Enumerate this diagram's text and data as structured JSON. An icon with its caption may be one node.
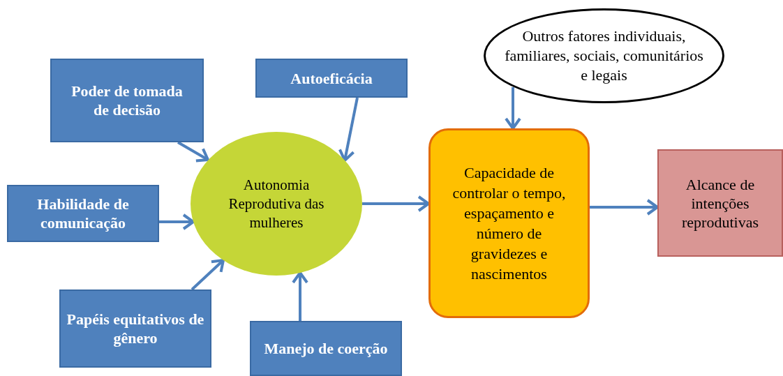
{
  "diagram": {
    "nodes": [
      {
        "text": [
          "Poder de tomada de decisão"
        ]
      },
      {
        "text": [
          "Autoeficácia"
        ]
      },
      {
        "text": [
          "Habilidade de comunicação"
        ]
      },
      {
        "text": [
          "Papéis equitativos de gênero"
        ]
      },
      {
        "text": [
          "Manejo de coerção"
        ]
      },
      {
        "text": [
          "Autonomia Reprodutiva das mulheres"
        ]
      },
      {
        "text": [
          "Outros fatores individuais, familiares, sociais, comunitários e legais"
        ]
      },
      {
        "text": [
          "Capacidade de controlar o tempo, espaçamento e número de gravidezes e nascimentos"
        ]
      },
      {
        "text": [
          "Alcance de intenções reprodutivas"
        ]
      }
    ],
    "edges": [
      {
        "from": 0,
        "to": 5,
        "arrow": "to"
      },
      {
        "from": 1,
        "to": 5,
        "arrow": "to"
      },
      {
        "from": 2,
        "to": 5,
        "arrow": "to"
      },
      {
        "from": 3,
        "to": 5,
        "arrow": "to"
      },
      {
        "from": 4,
        "to": 5,
        "arrow": "to"
      },
      {
        "from": 5,
        "to": 7,
        "arrow": "to"
      },
      {
        "from": 6,
        "to": 7,
        "arrow": "to"
      },
      {
        "from": 7,
        "to": 8,
        "arrow": "to"
      }
    ]
  }
}
